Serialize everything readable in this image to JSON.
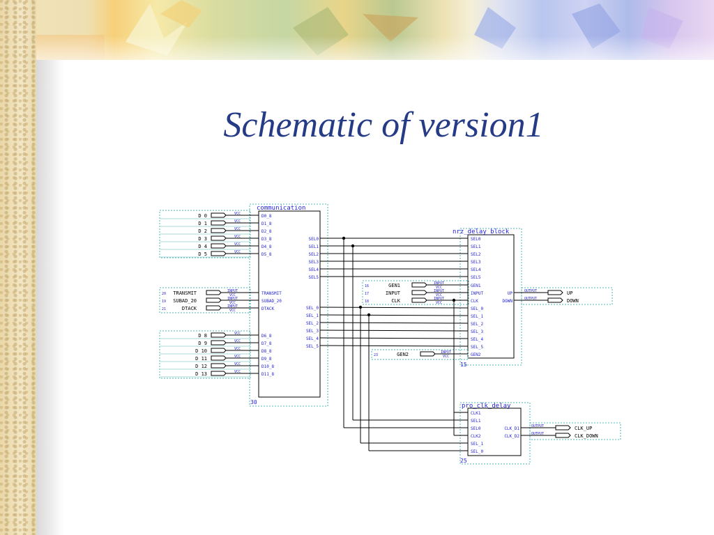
{
  "slide": {
    "title": "Schematic of version1"
  },
  "colors": {
    "title": "#253b86",
    "wire": "#000000",
    "label_blue": "#1f1fd6",
    "frame_teal": "#4fb5b5"
  },
  "blocks": {
    "communication": {
      "name": "communication",
      "number": "30",
      "ports_left": [
        "D0_8",
        "D1_8",
        "D2_8",
        "D3_8",
        "D4_8",
        "D5_8",
        "TRANSMIT",
        "SUBAD_20",
        "DTACK",
        "D6_8",
        "D7_8",
        "D8_8",
        "D9_8",
        "D10_8",
        "D11_8"
      ],
      "ports_right": [
        "SEL0",
        "SEL1",
        "SEL2",
        "SEL3",
        "SEL4",
        "SEL5",
        "SEL_0",
        "SEL_1",
        "SEL_2",
        "SEL_3",
        "SEL_4",
        "SEL_5"
      ]
    },
    "nrz": {
      "name": "nrz_delay_block",
      "number": "15",
      "ports_left": [
        "SEL0",
        "SEL1",
        "SEL2",
        "SEL3",
        "SEL4",
        "SEL5",
        "GEN1",
        "INPUT",
        "CLK",
        "SEL_0",
        "SEL_1",
        "SEL_2",
        "SEL_3",
        "SEL_4",
        "SEL_5",
        "GEN2"
      ],
      "ports_right": [
        "UP",
        "DOWN"
      ]
    },
    "pro_clk": {
      "name": "pro_clk_delay",
      "number": "25",
      "ports_left": [
        "CLK1",
        "SEL1",
        "SEL0",
        "CLK2",
        "SEL_1",
        "SEL_0"
      ],
      "ports_right": [
        "CLK_D1",
        "CLK_D2"
      ]
    }
  },
  "inputs_top": [
    "D_0",
    "D_1",
    "D_2",
    "D_3",
    "D_4",
    "D_5"
  ],
  "inputs_bottom": [
    "D_8",
    "D_9",
    "D_10",
    "D_11",
    "D_12",
    "D_13"
  ],
  "vcc_label": "VCC",
  "input_label": "INPUT",
  "output_label": "OUTPUT",
  "ctrl_inputs": [
    {
      "num": "20",
      "name": "TRANSMIT"
    },
    {
      "num": "19",
      "name": "SUBAD_20"
    },
    {
      "num": "21",
      "name": "DTACK"
    }
  ],
  "gen_inputs": [
    {
      "num": "16",
      "name": "GEN1"
    },
    {
      "num": "17",
      "name": "INPUT"
    },
    {
      "num": "18",
      "name": "CLK"
    }
  ],
  "gen2_input": {
    "num": "23",
    "name": "GEN2"
  },
  "outputs_nrz": [
    {
      "num": "",
      "name": "UP"
    },
    {
      "num": "",
      "name": "DOWN"
    }
  ],
  "outputs_clk": [
    {
      "num": "",
      "name": "CLK_UP"
    },
    {
      "num": "",
      "name": "CLK_DOWN"
    }
  ]
}
